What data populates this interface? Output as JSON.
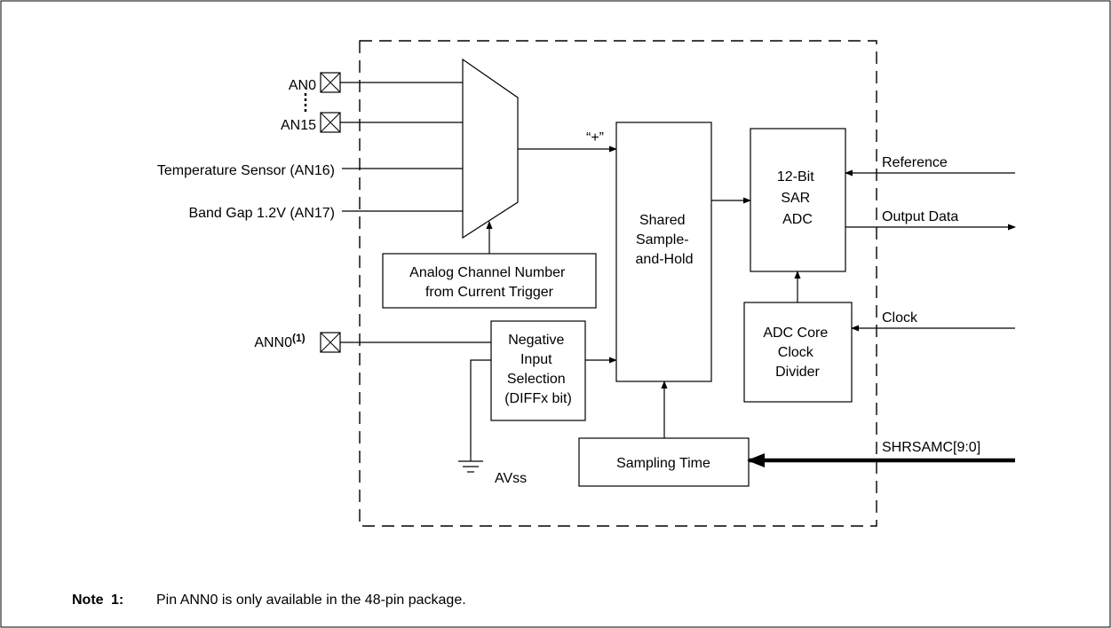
{
  "pins": {
    "an0": "AN0",
    "an15": "AN15",
    "temp": "Temperature Sensor (AN16)",
    "bandgap": "Band Gap 1.2V (AN17)",
    "ann0": "ANN0",
    "ann0_sup": "(1)"
  },
  "blocks": {
    "analog_channel": [
      "Analog Channel Number",
      "from Current Trigger"
    ],
    "negative": [
      "Negative",
      "Input",
      "Selection",
      "(DIFFx bit)"
    ],
    "shared": [
      "Shared",
      "Sample-",
      "and-Hold"
    ],
    "sar": [
      "12-Bit",
      "SAR",
      "ADC"
    ],
    "clock_div": [
      "ADC Core",
      "Clock",
      "Divider"
    ],
    "sampling": "Sampling Time"
  },
  "signals": {
    "plus": "“+”",
    "avss": "AVss",
    "reference": "Reference",
    "output": "Output Data",
    "clock": "Clock",
    "shrsamc": "SHRSAMC[9:0]"
  },
  "note": {
    "label": "Note",
    "number": "1:",
    "text": "Pin ANN0 is only available in the 48-pin package."
  }
}
